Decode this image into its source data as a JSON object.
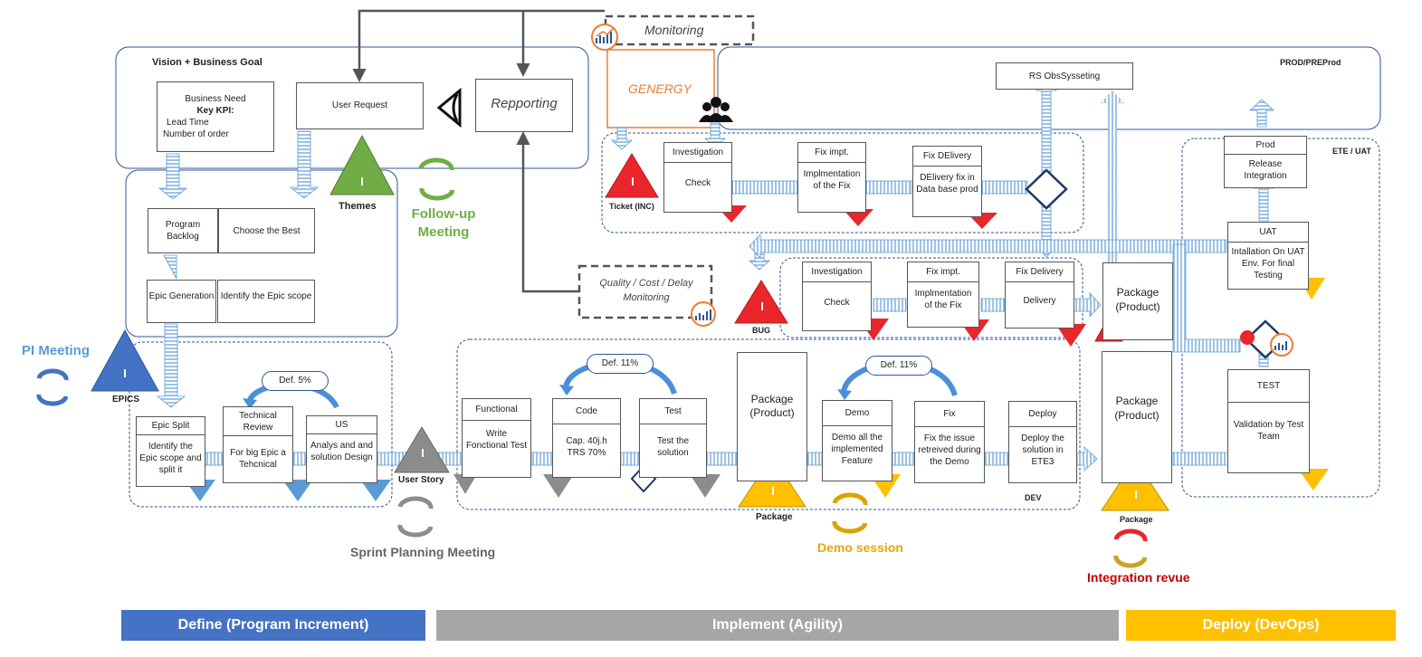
{
  "colors": {
    "define": "#4472C4",
    "implement": "#A6A6A6",
    "deploy": "#FFC000",
    "red": "#E8262B",
    "green": "#70AD47",
    "orange": "#ED7D31",
    "blue_arrow": "#9DC3E6",
    "dark_blue": "#1F3864",
    "gold": "#E8A317",
    "gray": "#8C8C8C"
  },
  "vision": {
    "title": "Vision + Business Goal",
    "business_need": "Business Need",
    "key_kpi": "Key KPI:",
    "kpi1": "Lead Time",
    "kpi2": "Number of order",
    "user_request": "User Request",
    "reporting": "Repporting",
    "themes": "Themes",
    "followup1": "Follow-up",
    "followup2": "Meeting"
  },
  "backlog": {
    "program_backlog": "Program Backlog",
    "choose_best": "Choose the Best",
    "epic_generation": "Epic Generation",
    "epic_scope": "Identify the Epic scope"
  },
  "pi": {
    "pi_meeting": "PI Meeting",
    "epics": "EPICS"
  },
  "define_row": {
    "epic_split_hd": "Epic Split",
    "epic_split_bd": "Identify the Epic scope and split it",
    "tech_review_hd": "Technical Review",
    "tech_review_bd": "For big Epic a Tehcnical",
    "us_hd": "US",
    "us_bd": "Analys and and solution Design",
    "def5": "Def. 5%"
  },
  "sprint": {
    "user_story": "User Story",
    "sprint_planning": "Sprint Planning Meeting"
  },
  "implement_row": {
    "functional_hd": "Functional",
    "functional_bd": "Write Fonctional Test",
    "code_hd": "Code",
    "code_bd": "Cap. 40j.h TRS 70%",
    "test_hd": "Test",
    "test_bd": "Test the solution",
    "def11a": "Def. 11%",
    "package": "Package (Product)",
    "package_lbl": "Package",
    "demo_hd": "Demo",
    "demo_bd": "Demo all the implemented Feature",
    "fix_hd": "Fix",
    "fix_bd": "Fix the issue retreived during the Demo",
    "deploy_hd": "Deploy",
    "deploy_bd": "Deploy the solution in ETE3",
    "def11b": "Def. 11%",
    "dev": "DEV",
    "demo_session": "Demo session"
  },
  "monitoring": {
    "monitoring": "Monitoring",
    "genergy": "GENERGY",
    "quality": "Quality / Cost / Delay Monitoring"
  },
  "incident": {
    "ticket": "Ticket (INC)",
    "inv_hd": "Investigation",
    "inv_bd": "Check",
    "fix_hd": "Fix impt.",
    "fix_bd": "Implmentation of the Fix",
    "delivery_hd": "Fix DElivery",
    "delivery_bd": "DElivery fix in Data base prod",
    "rs": "RS ObsSysseting",
    "prod": "PROD/PREProd"
  },
  "bug": {
    "bug": "BUG",
    "inv_hd": "Investigation",
    "inv_bd": "Check",
    "fix_hd": "Fix impt.",
    "fix_bd": "Implmentation of the Fix",
    "delivery_hd": "Fix Delivery",
    "delivery_bd": "Delivery",
    "package": "Package (Product)"
  },
  "uat": {
    "ete_uat": "ETE / UAT",
    "prod_hd": "Prod",
    "prod_bd": "Release Integration",
    "uat_hd": "UAT",
    "uat_bd": "Intallation On UAT Env. For final Testing",
    "test_hd": "TEST",
    "test_bd": "Validation by Test Team"
  },
  "deploy": {
    "package": "Package (Product)",
    "package_lbl": "Package",
    "integration_revue": "Integration revue"
  },
  "bars": {
    "define": "Define (Program Increment)",
    "implement": "Implement (Agility)",
    "deploy": "Deploy (DevOps)"
  },
  "triangle_letter": "I"
}
